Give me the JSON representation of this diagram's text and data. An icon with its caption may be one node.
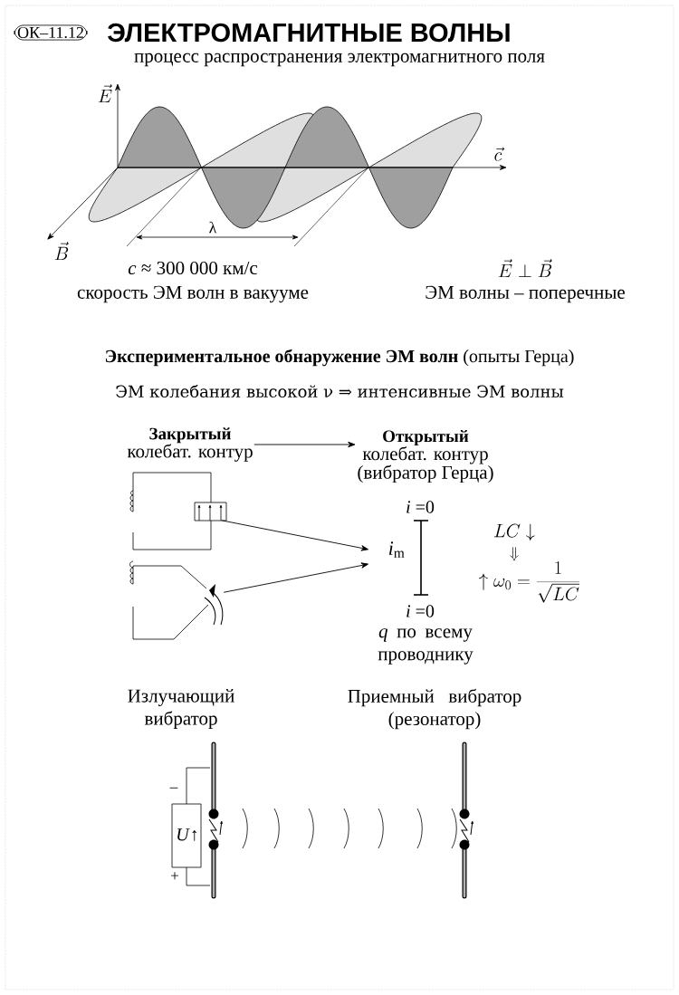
{
  "diagram": {
    "title": "ЭЛЕКТРОМАГНИТНЫЕ ВОЛНЫ",
    "nodes": [
      {
        "text": [
          "ОК–11.12"
        ]
      },
      {
        "text": [
          "Закрытый",
          "колебат. контур"
        ]
      },
      {
        "text": [
          "Открытый",
          "колебат. контур",
          "(вибратор Герца)"
        ]
      },
      {
        "text": [],
        "shape": "picture"
      },
      {
        "text": [],
        "shape": "picture"
      },
      {
        "text": [
          "*i* =0",
          "*i*$_{m}$",
          "*i* =0"
        ]
      }
    ],
    "edges": [
      {
        "from": 1,
        "to": 2,
        "arrow": "to"
      },
      {
        "from": 3,
        "to": 5,
        "arrow": "to"
      },
      {
        "from": 4,
        "to": 5,
        "arrow": "to"
      }
    ],
    "labels": [
      "процесс распространения электромагнитного поля",
      "\\vec{E}",
      "\\vec{c}",
      "λ",
      "\\vec{B}",
      "*c* ≈ 300 000 км/с",
      "\\vec{E}\\perp\\vec{B}",
      "скорость ЭМ волн в вакууме",
      "ЭМ волны – поперечные",
      "**Экспериментальное обнаружение ЭМ волн** (опыты Герца)",
      "ЭМ колебания высокой ν ⇒ интенсивные ЭМ волны",
      "LC\\downarrow",
      "\\Downarrow",
      "\\uparrow\\omega_0=\\frac{1}{\\sqrt{LC}}",
      "*q* по всему проводнику",
      "Излучающий вибратор",
      "Приемный вибратор (резонатор)",
      "–",
      "*U*↑",
      "+"
    ]
  }
}
